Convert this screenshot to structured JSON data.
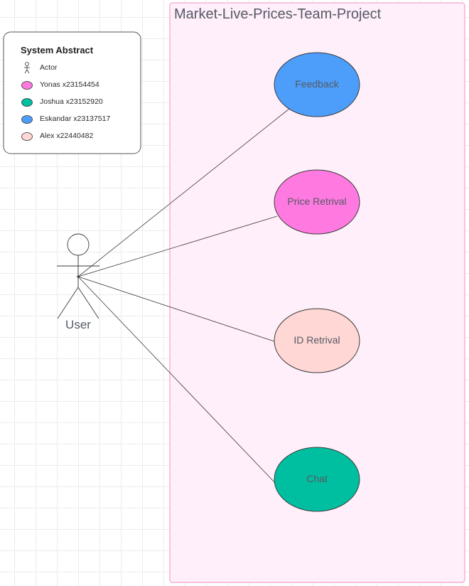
{
  "system": {
    "title": "Market-Live-Prices-Team-Project",
    "fill": "#ffeffa",
    "stroke": "#f7b2d6"
  },
  "legend": {
    "title": "System Abstract",
    "items": [
      {
        "label": "Actor",
        "kind": "actor"
      },
      {
        "label": "Yonas x23154454",
        "kind": "swatch",
        "color": "#ff7ae0"
      },
      {
        "label": "Joshua x23152920",
        "kind": "swatch",
        "color": "#00bfa0"
      },
      {
        "label": "Eskandar x23137517",
        "kind": "swatch",
        "color": "#4d9efb"
      },
      {
        "label": "Alex x22440482",
        "kind": "swatch",
        "color": "#ffd7d5"
      }
    ]
  },
  "actor": {
    "label": "User"
  },
  "use_cases": [
    {
      "label": "Feedback",
      "color": "#4d9efb"
    },
    {
      "label": "Price Retrival",
      "color": "#ff7ae0"
    },
    {
      "label": "ID Retrival",
      "color": "#ffd7d5"
    },
    {
      "label": "Chat",
      "color": "#00bfa0"
    }
  ],
  "colors": {
    "line": "#3a3a3a",
    "legend_border": "#555555",
    "text": "#555a66"
  }
}
